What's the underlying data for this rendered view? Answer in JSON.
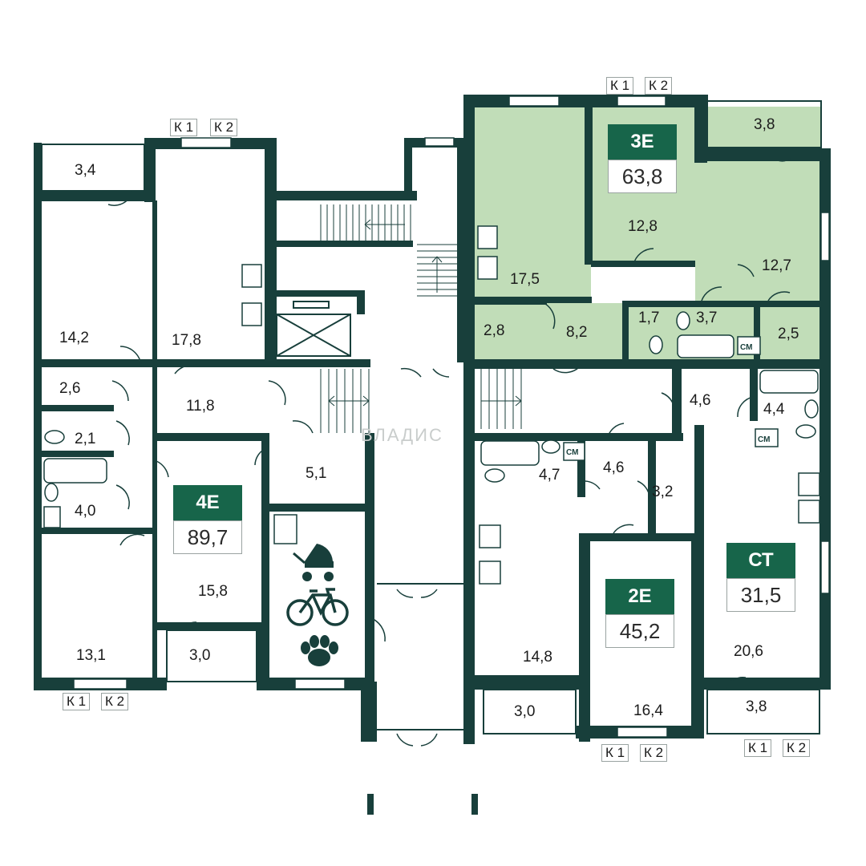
{
  "colors": {
    "wall": "#183f3b",
    "highlight": "#c1ddb8",
    "badge": "#17654a",
    "tag_border": "#9aa3a1"
  },
  "tags": {
    "k1": "К 1",
    "k2": "К 2"
  },
  "apartments": [
    {
      "code": "3Е",
      "total": "63,8"
    },
    {
      "code": "4Е",
      "total": "89,7"
    },
    {
      "code": "2Е",
      "total": "45,2"
    },
    {
      "code": "СТ",
      "total": "31,5"
    }
  ],
  "rooms": [
    "3,4",
    "14,2",
    "17,8",
    "2,6",
    "11,8",
    "2,1",
    "4,0",
    "5,1",
    "15,8",
    "13,1",
    "3,0",
    "17,5",
    "12,8",
    "3,8",
    "12,7",
    "2,8",
    "8,2",
    "1,7",
    "3,7",
    "2,5",
    "4,6",
    "4,4",
    "4,7",
    "4,6",
    "3,2",
    "14,8",
    "3,0",
    "16,4",
    "20,6",
    "3,8"
  ],
  "fixtures": {
    "washer": "СМ"
  },
  "icons": [
    "stroller-icon",
    "bicycle-icon",
    "paw-icon",
    "stairs-icon",
    "elevator-icon"
  ],
  "watermark": "ВЛАДИС"
}
